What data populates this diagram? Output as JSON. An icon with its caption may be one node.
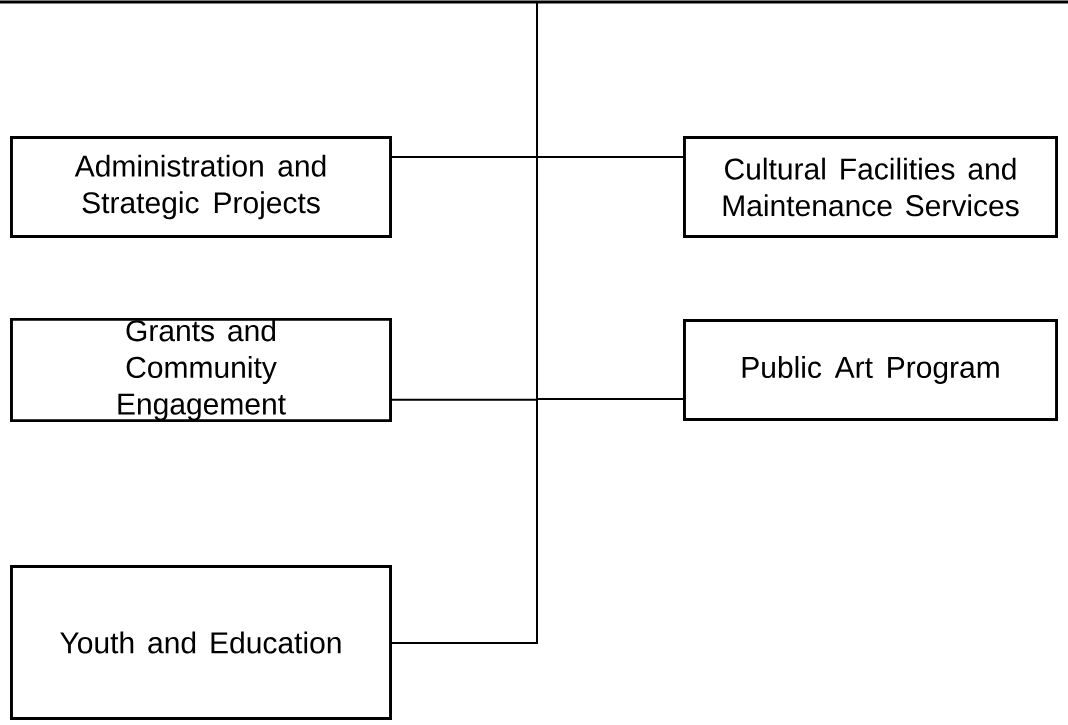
{
  "diagram": {
    "nodes": [
      {
        "text": [],
        "shape": "box"
      },
      {
        "text": [
          "Administration and Strategic Projects"
        ]
      },
      {
        "text": [
          "Cultural Facilities and Maintenance Services"
        ]
      },
      {
        "text": [
          "Grants and Community Engagement"
        ]
      },
      {
        "text": [
          "Public Art Program"
        ]
      },
      {
        "text": [
          "Youth and Education"
        ]
      }
    ],
    "edges": [
      {
        "from": 0,
        "to": 1,
        "arrow": "none"
      },
      {
        "from": 0,
        "to": 2,
        "arrow": "none"
      },
      {
        "from": 0,
        "to": 3,
        "arrow": "none"
      },
      {
        "from": 0,
        "to": 4,
        "arrow": "none"
      },
      {
        "from": 0,
        "to": 5,
        "arrow": "none"
      }
    ]
  }
}
